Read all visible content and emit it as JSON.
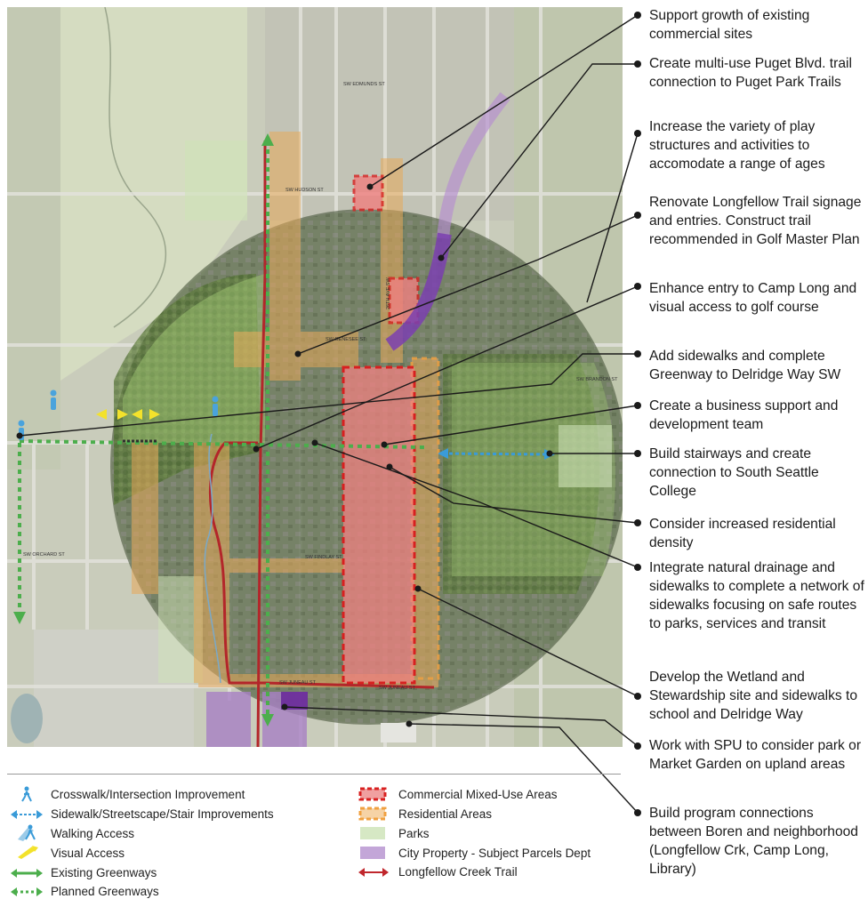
{
  "map": {
    "street_labels": [
      "SW HUDSON ST",
      "SW EDMUNDS ST",
      "SW FINDLAY ST",
      "SW JUNEAU ST",
      "SW ORCHARD ST",
      "SW GENESEE ST",
      "26TH AVE SW",
      "SW BRANDON ST"
    ]
  },
  "callouts": [
    {
      "text": "Support growth of existing commercial sites"
    },
    {
      "text": "Create multi-use Puget Blvd. trail connection to Puget Park Trails"
    },
    {
      "text": "Increase the variety of play structures and activities to accomodate a range of ages"
    },
    {
      "text": "Renovate Longfellow Trail signage and entries. Construct trail recommended in Golf Master Plan"
    },
    {
      "text": "Enhance entry to Camp Long and visual access to golf course"
    },
    {
      "text": "Add sidewalks and complete Greenway to Delridge Way SW"
    },
    {
      "text": "Create a business support and development team"
    },
    {
      "text": "Build stairways and create connection to South Seattle College"
    },
    {
      "text": "Consider increased residential density"
    },
    {
      "text": "Integrate natural drainage and sidewalks to complete a network of sidewalks focusing on safe routes to parks, services and transit"
    },
    {
      "text": "Develop the Wetland and Stewardship site and sidewalks to school and Delridge Way"
    },
    {
      "text": "Work with SPU to consider park or Market Garden on upland areas"
    },
    {
      "text": "Build program connections between Boren and neighborhood (Longfellow Crk, Camp Long, Library)"
    }
  ],
  "legend": {
    "left": [
      {
        "label": "Crosswalk/Intersection Improvement",
        "icon": "pedestrian-icon"
      },
      {
        "label": "Sidewalk/Streetscape/Stair Improvements",
        "icon": "double-arrow-blue-icon"
      },
      {
        "label": "Walking Access",
        "icon": "walker-icon"
      },
      {
        "label": "Visual Access",
        "icon": "eye-arrow-icon"
      },
      {
        "label": "Existing Greenways",
        "icon": "double-arrow-green-icon"
      },
      {
        "label": "Planned Greenways",
        "icon": "double-arrow-green-dashed-icon"
      }
    ],
    "right": [
      {
        "label": "Commercial Mixed-Use Areas",
        "icon": "red-dashed-box-icon"
      },
      {
        "label": "Residential Areas",
        "icon": "orange-dashed-box-icon"
      },
      {
        "label": "Parks",
        "icon": "green-box-icon"
      },
      {
        "label": "City Property - Subject Parcels Dept",
        "icon": "purple-box-icon"
      },
      {
        "label": "Longfellow Creek Trail",
        "icon": "red-double-arrow-icon"
      }
    ]
  },
  "colors": {
    "commercial": "#e0585c",
    "residential": "#e8a95a",
    "park": "#cfe3b8",
    "city_property": "#a77fc4",
    "creek_trail": "#b3262a",
    "greenway": "#4cae4c",
    "sidewalk": "#3a9bd8",
    "visual": "#f3e22b"
  }
}
